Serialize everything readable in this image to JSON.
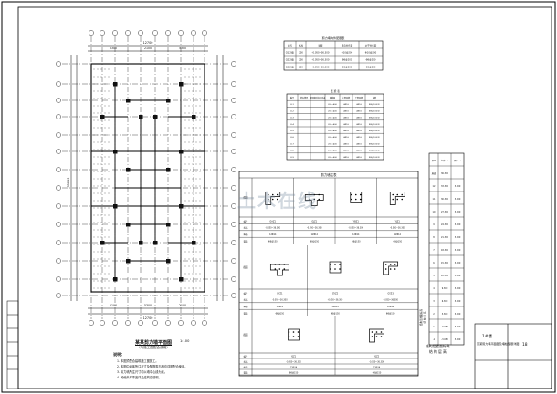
{
  "plan": {
    "dims_top": [
      "12700",
      "5300",
      "2100",
      "5300"
    ],
    "dims_bottom": [
      "2100",
      "5300",
      "2100",
      "12700"
    ],
    "dims_left": [
      "35850"
    ],
    "title": "某某剪力墙平面图",
    "subtitle": "（与施工图配合使用）",
    "scale": "1:100"
  },
  "watermark": {
    "text": "土木在线"
  },
  "table1": {
    "title": "剪力墙构件配筋表",
    "headers": [
      "编号",
      "标高",
      "墙厚",
      "竖向分布筋",
      "水平分布筋"
    ],
    "rows": [
      [
        "Q1(2排)",
        "200",
        "-0.050~36.300",
        "Φ10@200",
        "Φ10@200"
      ],
      [
        "Q2(2排)",
        "200",
        "-0.050~36.300",
        "Φ8@200",
        "Φ8@200"
      ],
      [
        "Q3(2排)",
        "200",
        "-0.050~36.300",
        "Φ8@200",
        "Φ8@200"
      ]
    ]
  },
  "table2": {
    "title": "连 梁 表",
    "headers": [
      "编号",
      "所在楼层",
      "梁顶相对标高高差",
      "梁截面",
      "上部纵筋",
      "下部纵筋",
      "箍筋"
    ],
    "rows": [
      [
        "LL1",
        "",
        "",
        "200×400",
        "4Φ16",
        "4Φ16",
        "Φ8@100(2)"
      ],
      [
        "LL2",
        "",
        "",
        "200×400",
        "4Φ16",
        "4Φ16",
        "Φ8@100(2)"
      ],
      [
        "LL3",
        "",
        "",
        "200×400",
        "4Φ16",
        "4Φ16",
        "Φ8@100(2)"
      ],
      [
        "LL4",
        "",
        "",
        "200×400",
        "4Φ16",
        "4Φ16",
        "Φ8@100(2)"
      ],
      [
        "LL5",
        "",
        "",
        "200×400",
        "4Φ16",
        "4Φ16",
        "Φ8@100(2)"
      ],
      [
        "LL6",
        "",
        "",
        "200×400",
        "4Φ16",
        "4Φ16",
        "Φ8@100(2)"
      ],
      [
        "LL7",
        "",
        "",
        "200×400",
        "4Φ16",
        "4Φ16",
        "Φ8@100(2)"
      ],
      [
        "LL8",
        "",
        "",
        "200×400",
        "4Φ16",
        "4Φ16",
        "Φ8@100(2)"
      ],
      [
        "LL9",
        "",
        "",
        "200×400",
        "4Φ16",
        "4Φ16",
        "Φ8@100(2)"
      ]
    ]
  },
  "table3": {
    "title": "剪力墙柱表",
    "row_labels": [
      "截面",
      "编号",
      "标高",
      "纵筋",
      "箍筋"
    ],
    "section1_ids": [
      "GAZ1",
      "GJZ1",
      "YBZ1",
      "YJZ1"
    ],
    "section2_ids": [
      "GYZ1",
      "GYZ2",
      "GYZ3"
    ],
    "section3_ids": [
      "YJZ1",
      "YJZ2"
    ],
    "elevation": "-0.050~36.300",
    "rebar": "12Φ14",
    "stirrup": "Φ8@150"
  },
  "right_table": {
    "headers": [
      "层号",
      "标高(m)",
      "层高(m)"
    ],
    "rows": [
      [
        "屋面",
        "36.300",
        ""
      ],
      [
        "12",
        "33.300",
        "3.000"
      ],
      [
        "11",
        "30.300",
        "3.000"
      ],
      [
        "10",
        "27.300",
        "3.000"
      ],
      [
        "9",
        "24.300",
        "3.000"
      ],
      [
        "8",
        "21.300",
        "3.000"
      ],
      [
        "7",
        "18.300",
        "3.000"
      ],
      [
        "6",
        "15.300",
        "3.000"
      ],
      [
        "5",
        "12.300",
        "3.000"
      ],
      [
        "4",
        "9.300",
        "3.000"
      ],
      [
        "3",
        "6.300",
        "3.000"
      ],
      [
        "2",
        "3.300",
        "3.000"
      ],
      [
        "1",
        "-0.050",
        "3.350"
      ],
      [
        "-1",
        "-3.050",
        "3.000"
      ]
    ],
    "caption1": "结构层楼面标高",
    "caption2": "结 构 层 高"
  },
  "notes": {
    "heading": "说明：",
    "lines": [
      "1. 本图须配合建筑施工图施工。",
      "2. 本图中墙体所注尺寸及配筋需与相应详图配合使用。",
      "3. 剪力墙所注尺寸均以墙中心线为准。",
      "4. 其他未尽事宜详见结构总说明。"
    ]
  },
  "title_block": {
    "project": "1#楼",
    "drawing": "某某剪力墙平面图及墙柱配筋详图",
    "sheet": "18"
  }
}
